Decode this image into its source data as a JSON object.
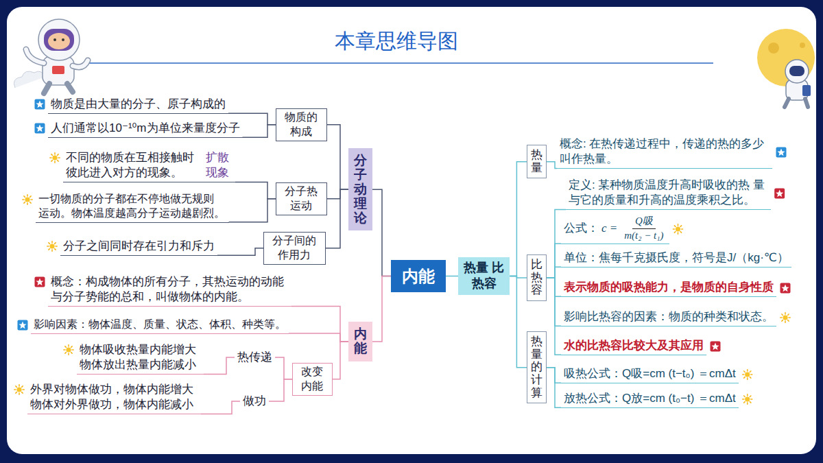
{
  "diagram": {
    "title": "本章思维导图",
    "nodes": [
      {
        "text": [
          "内能"
        ]
      },
      {
        "text": [
          "分子动理论"
        ]
      },
      {
        "text": [
          "物质的 构成"
        ]
      },
      {
        "text": [
          "物质是由大量的分子、原子构成的"
        ]
      },
      {
        "text": [
          "人们通常以10⁻¹⁰m为单位来量度分子"
        ]
      },
      {
        "text": [
          "分子热 运动"
        ]
      },
      {
        "text": [
          "不同的物质在互相接触时 彼此进入对方的现象。",
          "扩散 现象"
        ]
      },
      {
        "text": [
          "一切物质的分子都在不停地做无规则 运动。物体温度越高分子运动越剧烈。"
        ]
      },
      {
        "text": [
          "分子间的 作用力"
        ]
      },
      {
        "text": [
          "分子之间同时存在引力和斥力"
        ]
      },
      {
        "text": [
          "内能"
        ]
      },
      {
        "text": [
          "概念：构成物体的所有分子，其热运动的动能 与分子势能的总和，叫做物体的内能。"
        ]
      },
      {
        "text": [
          "影响因素：物体温度、质量、状态、体积、种类等。"
        ]
      },
      {
        "text": [
          "改变 内能"
        ]
      },
      {
        "text": [
          "热传递"
        ]
      },
      {
        "text": [
          "物体吸收热量内能增大 物体放出热量内能减小"
        ]
      },
      {
        "text": [
          "做功"
        ]
      },
      {
        "text": [
          "外界对物体做功，物体内能增大 物体对外界做功，物体内能减小"
        ]
      },
      {
        "text": [
          "热量 比热容"
        ]
      },
      {
        "text": [
          "热量"
        ]
      },
      {
        "text": [
          "概念: 在热传递过程中，传递的热的多少 叫作热量。"
        ]
      },
      {
        "text": [
          "比热容"
        ]
      },
      {
        "text": [
          "定义: 某种物质温度升高时吸收的热 量与它的质量和升高的温度乘积之比。"
        ]
      },
      {
        "text": [
          "公式：",
          "c =",
          "Q吸",
          "m(t₂ − t₁)"
        ]
      },
      {
        "text": [
          "单位：焦每千克摄氏度，符号是J/（kg·℃）"
        ]
      },
      {
        "text": [
          "表示物质的吸热能力，是物质的自身性质"
        ]
      },
      {
        "text": [
          "影响比热容的因素：物质的种类和状态。"
        ]
      },
      {
        "text": [
          "水的比热容比较大及其应用"
        ]
      },
      {
        "text": [
          "热量的计算"
        ]
      },
      {
        "text": [
          "吸热公式：Q吸=cm (t−t₀) ＝cmΔt"
        ]
      },
      {
        "text": [
          "放热公式：Q放=cm (t₀−t) ＝cmΔt"
        ]
      }
    ],
    "edges": [
      {
        "from": 0,
        "to": 1,
        "arrow": "none"
      },
      {
        "from": 0,
        "to": 10,
        "arrow": "none"
      },
      {
        "from": 0,
        "to": 18,
        "arrow": "none"
      },
      {
        "from": 1,
        "to": 2,
        "arrow": "none"
      },
      {
        "from": 1,
        "to": 5,
        "arrow": "none"
      },
      {
        "from": 1,
        "to": 8,
        "arrow": "none"
      },
      {
        "from": 2,
        "to": 3,
        "arrow": "none"
      },
      {
        "from": 2,
        "to": 4,
        "arrow": "none"
      },
      {
        "from": 5,
        "to": 6,
        "arrow": "none"
      },
      {
        "from": 5,
        "to": 7,
        "arrow": "none"
      },
      {
        "from": 8,
        "to": 9,
        "arrow": "none"
      },
      {
        "from": 10,
        "to": 11,
        "arrow": "none"
      },
      {
        "from": 10,
        "to": 12,
        "arrow": "none"
      },
      {
        "from": 10,
        "to": 13,
        "arrow": "none"
      },
      {
        "from": 13,
        "to": 14,
        "arrow": "none"
      },
      {
        "from": 13,
        "to": 16,
        "arrow": "none"
      },
      {
        "from": 14,
        "to": 15,
        "arrow": "none"
      },
      {
        "from": 16,
        "to": 17,
        "arrow": "none"
      },
      {
        "from": 18,
        "to": 19,
        "arrow": "none"
      },
      {
        "from": 18,
        "to": 21,
        "arrow": "none"
      },
      {
        "from": 18,
        "to": 28,
        "arrow": "none"
      },
      {
        "from": 19,
        "to": 20,
        "arrow": "none"
      },
      {
        "from": 21,
        "to": 22,
        "arrow": "none"
      },
      {
        "from": 21,
        "to": 23,
        "arrow": "none"
      },
      {
        "from": 21,
        "to": 24,
        "arrow": "none"
      },
      {
        "from": 21,
        "to": 25,
        "arrow": "none"
      },
      {
        "from": 21,
        "to": 26,
        "arrow": "none"
      },
      {
        "from": 21,
        "to": 27,
        "arrow": "none"
      },
      {
        "from": 28,
        "to": 29,
        "arrow": "none"
      },
      {
        "from": 28,
        "to": 30,
        "arrow": "none"
      }
    ]
  }
}
